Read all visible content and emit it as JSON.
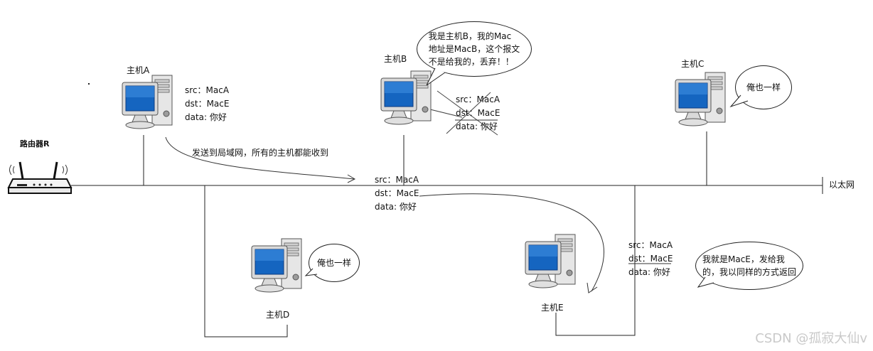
{
  "router": {
    "label": "路由器R"
  },
  "ethernet_label": "以太网",
  "broadcast_note": "发送到局域网，所有的主机都能收到",
  "hosts": {
    "A": {
      "label": "主机A"
    },
    "B": {
      "label": "主机B"
    },
    "C": {
      "label": "主机C"
    },
    "D": {
      "label": "主机D"
    },
    "E": {
      "label": "主机E"
    }
  },
  "frames": {
    "at_A": {
      "src": "src：MacA",
      "dst": "dst：MacE",
      "data": "data: 你好"
    },
    "at_B": {
      "src": "src：MacA",
      "dst": "dst：MacE",
      "data": "data: 你好"
    },
    "on_wire": {
      "src": "src：MacA",
      "dst": "dst：MacE",
      "data": "data: 你好"
    },
    "at_E": {
      "src": "src：MacA",
      "dst": "dst：MacE",
      "data": "data: 你好"
    }
  },
  "bubbles": {
    "B": {
      "line1": "我是主机B，我的Mac",
      "line2": "地址是MacB，这个报文",
      "line3": "不是给我的，丢弃！！"
    },
    "C": {
      "text": "俺也一样"
    },
    "D": {
      "text": "俺也一样"
    },
    "E": {
      "line1": "我就是MacE，发给我",
      "line2": "的，我以同样的方式返回"
    }
  },
  "watermark": "CSDN @孤寂大仙v"
}
